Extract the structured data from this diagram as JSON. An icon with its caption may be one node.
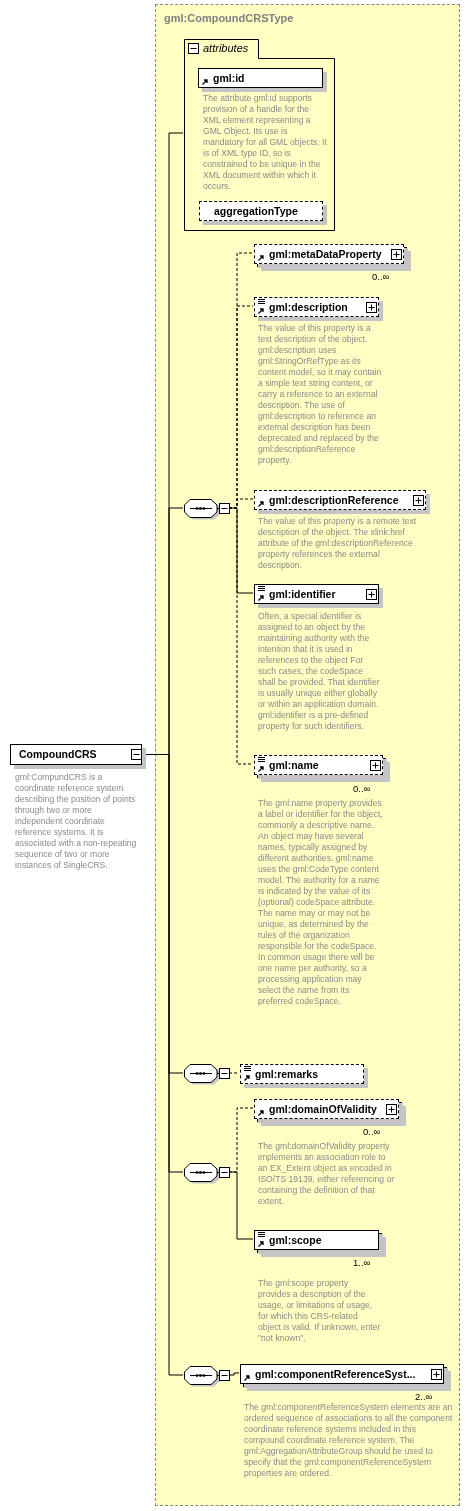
{
  "diagram": {
    "nodes": [
      {
        "text": [
          "gml:CompoundCRSType"
        ]
      },
      {
        "text": [
          "CompoundCRS"
        ],
        "beside": [
          "gml:CompundCRS is a coordinate reference system describing the position of points through two or more independent coordinate reference systems. It is associated with a non-repeating sequence of two or more instances of SingleCRS."
        ]
      },
      {
        "text": [
          "attributes"
        ],
        "in": 0
      },
      {
        "text": [
          "gml:id"
        ],
        "in": 2,
        "beside": [
          "The attribute gml:id supports provision of a handle for the XML element representing a GML Object. Its use is mandatory for all GML objects. It is of XML type ID, so is constrained to be unique in the XML document within which it occurs."
        ]
      },
      {
        "text": [
          "aggregationType"
        ],
        "in": 2
      },
      {
        "text": [],
        "shape": "octagon",
        "in": 0
      },
      {
        "text": [
          "gml:metaDataProperty"
        ],
        "in": 0,
        "beside": [
          "0..∞"
        ]
      },
      {
        "text": [
          "gml:description"
        ],
        "in": 0,
        "beside": [
          "The value of this property is a text description of the object. gml:description uses gml:StringOrRefType as its content model, so it may contain a simple text string content, or carry a reference to an external description. The use of gml:description to reference an external description has been deprecated and replaced by the gml:descriptionReference property."
        ]
      },
      {
        "text": [
          "gml:descriptionReference"
        ],
        "in": 0,
        "beside": [
          "The value of this property is a remote text description of the object. The xlink:href attribute of the gml:descriptionReference property references the external description."
        ]
      },
      {
        "text": [
          "gml:identifier"
        ],
        "in": 0,
        "beside": [
          "Often, a special identifier is assigned to an object by the maintaining authority with the intention that it is used in references to the object For such cases, the codeSpace shall be provided. That identifier is usually unique either globally or within an application domain. gml:identifier is a pre-defined property for such identifiers."
        ]
      },
      {
        "text": [
          "gml:name"
        ],
        "in": 0,
        "beside": [
          "0..∞",
          "The gml:name property provides a label or identifier for the object, commonly a descriptive name. An object may have several names, typically assigned by different authorities. gml:name uses the gml:CodeType content model.  The authority for a name is indicated by the value of its (optional) codeSpace attribute.  The name may or may not be unique, as determined by the rules of the organization responsible for the codeSpace.  In common usage there will be one name per authority, so a processing application may select the name from its preferred codeSpace."
        ]
      },
      {
        "text": [],
        "shape": "octagon",
        "in": 0
      },
      {
        "text": [
          "gml:remarks"
        ],
        "in": 0
      },
      {
        "text": [],
        "shape": "octagon",
        "in": 0
      },
      {
        "text": [
          "gml:domainOfValidity"
        ],
        "in": 0,
        "beside": [
          "0..∞",
          "The gml:domainOfValidity property implements an association role to an EX_Extent object as encoded in ISO/TS 19139, either referencing or containing the definition of that extent."
        ]
      },
      {
        "text": [
          "gml:scope"
        ],
        "in": 0,
        "beside": [
          "1..∞",
          "The gml:scope property provides a description of the usage, or limitations of usage, for which this CRS-related object is valid. If unknown, enter \"not known\"."
        ]
      },
      {
        "text": [],
        "shape": "octagon",
        "in": 0
      },
      {
        "text": [
          "gml:componentReferenceSyst..."
        ],
        "in": 0,
        "beside": [
          "2..∞",
          "The gml:componentReferenceSystem elements are an ordered sequence of associations to all the component coordinate reference systems included in this compound coordinate reference system. The gml:AggregationAttributeGroup should be used to specify that the gml:componentReferenceSystem properties are ordered."
        ]
      }
    ],
    "edges": [
      {
        "from": 1,
        "to": 2,
        "arrow": "none"
      },
      {
        "from": 1,
        "to": 5,
        "arrow": "none"
      },
      {
        "from": 1,
        "to": 11,
        "arrow": "none"
      },
      {
        "from": 1,
        "to": 13,
        "arrow": "none"
      },
      {
        "from": 1,
        "to": 16,
        "arrow": "none"
      },
      {
        "from": 5,
        "to": 6,
        "arrow": "none",
        "style": "dashed"
      },
      {
        "from": 5,
        "to": 7,
        "arrow": "none",
        "style": "dashed"
      },
      {
        "from": 5,
        "to": 8,
        "arrow": "none",
        "style": "dashed"
      },
      {
        "from": 5,
        "to": 9,
        "arrow": "none"
      },
      {
        "from": 5,
        "to": 10,
        "arrow": "none",
        "style": "dashed"
      },
      {
        "from": 11,
        "to": 12,
        "arrow": "none",
        "style": "dashed"
      },
      {
        "from": 13,
        "to": 14,
        "arrow": "none",
        "style": "dashed"
      },
      {
        "from": 13,
        "to": 15,
        "arrow": "none"
      },
      {
        "from": 16,
        "to": 17,
        "arrow": "none"
      }
    ]
  }
}
